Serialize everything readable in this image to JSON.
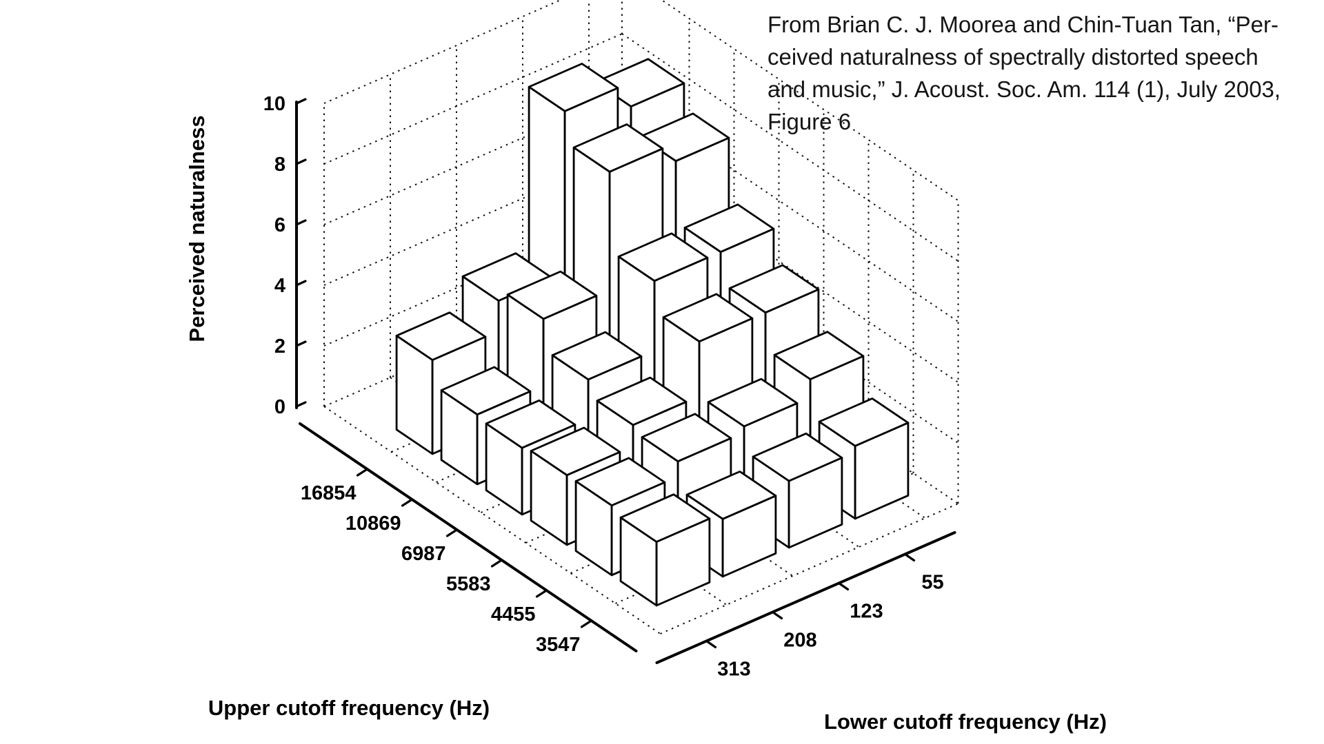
{
  "caption": {
    "lines": [
      "From Brian C. J. Moorea and Chin-Tuan Tan, “Per-",
      "ceived naturalness of spectrally distorted speech",
      "and music,” J. Acoust. Soc. Am. 114 (1), July 2003,",
      "Figure 6"
    ]
  },
  "chart_data": {
    "type": "bar",
    "variant": "3d-bar-grid",
    "title": "",
    "zlabel": "Perceived naturalness",
    "xlabel": "Upper cutoff frequency (Hz)",
    "ylabel": "Lower cutoff frequency (Hz)",
    "zlim": [
      0,
      10
    ],
    "zticks": [
      "0",
      "2",
      "4",
      "6",
      "8",
      "10"
    ],
    "grid": true,
    "legend": "none",
    "bar_color": "#ffffff",
    "line_color": "#000000",
    "row_axis": "upper_cutoff_hz",
    "col_axis": "lower_cutoff_hz",
    "row_categories": [
      "16854",
      "10869",
      "6987",
      "5583",
      "4455",
      "3547"
    ],
    "col_categories": [
      "313",
      "208",
      "123",
      "55"
    ],
    "series": [
      {
        "name": "16854",
        "values": [
          3.1,
          4.1,
          9.4,
          8.6
        ]
      },
      {
        "name": "10869",
        "values": [
          2.3,
          4.5,
          8.4,
          7.8
        ]
      },
      {
        "name": "6987",
        "values": [
          2.2,
          3.5,
          5.8,
          5.8
        ]
      },
      {
        "name": "5583",
        "values": [
          2.3,
          3.0,
          4.8,
          4.8
        ]
      },
      {
        "name": "4455",
        "values": [
          2.3,
          2.8,
          3.0,
          3.6
        ]
      },
      {
        "name": "3547",
        "values": [
          2.1,
          1.9,
          2.2,
          2.4
        ]
      }
    ]
  }
}
